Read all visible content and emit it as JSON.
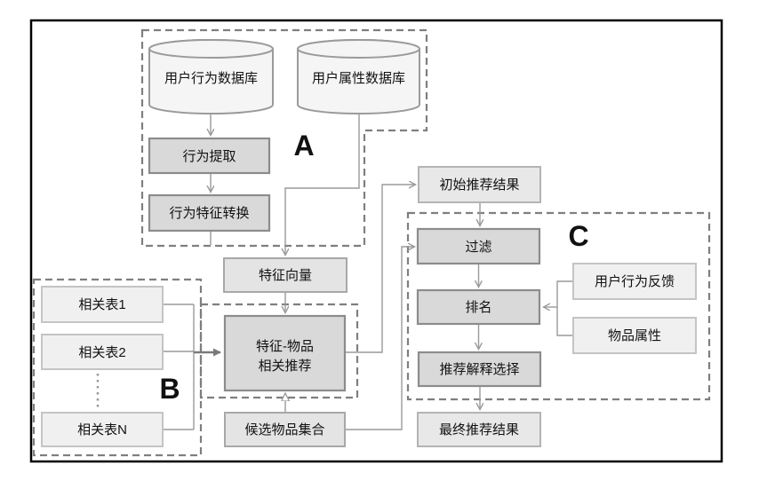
{
  "diagram": {
    "description": "Recommendation system flowchart with three dashed groups A, B, C",
    "groups": {
      "a": "A",
      "b": "B",
      "c": "C"
    },
    "nodes": {
      "user_behavior_db": "用户行为数据库",
      "user_attr_db": "用户属性数据库",
      "behavior_extract": "行为提取",
      "behavior_feature_convert": "行为特征转换",
      "feature_vector": "特征向量",
      "related_table_1": "相关表1",
      "related_table_2": "相关表2",
      "related_table_n": "相关表N",
      "feature_item_rec_line1": "特征-物品",
      "feature_item_rec_line2": "相关推荐",
      "candidate_item_set": "候选物品集合",
      "initial_rec_result": "初始推荐结果",
      "filter": "过滤",
      "ranking": "排名",
      "user_behavior_feedback": "用户行为反馈",
      "item_attributes": "物品属性",
      "rec_explain_select": "推荐解释选择",
      "final_rec_result": "最终推荐结果"
    },
    "colors": {
      "frame": "#000000",
      "dashed_group": "#7f7f7f",
      "edge": "#9a9a9a",
      "process_box_fill": "#d9d9d9",
      "io_box_fill": "#e8e8e8",
      "table_box_fill": "#f0f0f0",
      "cylinder_fill": "#f5f5f5"
    }
  }
}
